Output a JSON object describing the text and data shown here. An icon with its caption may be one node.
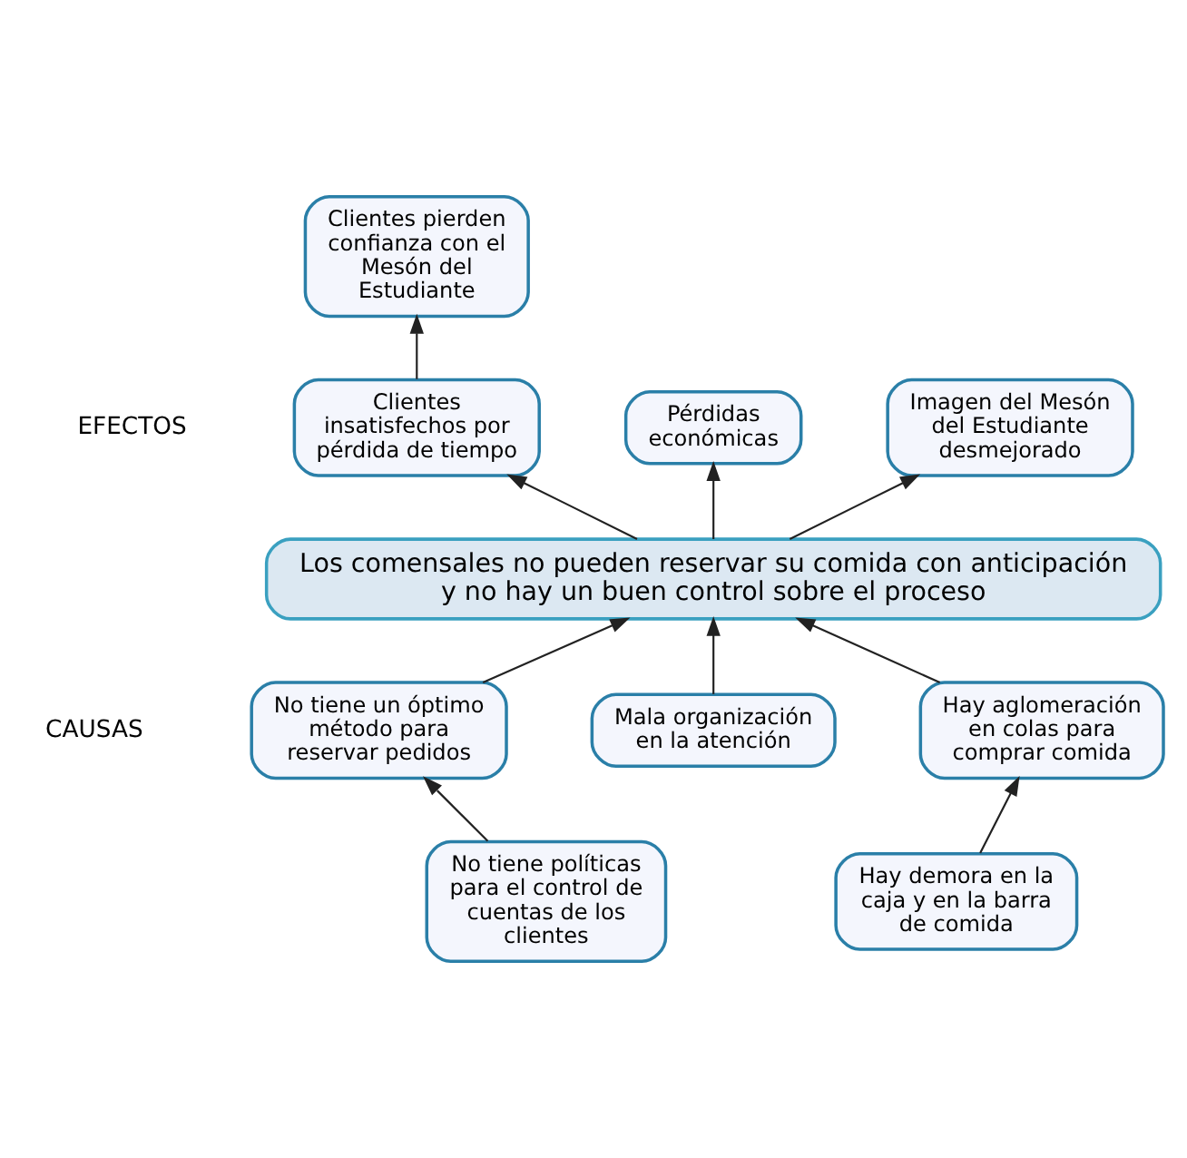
{
  "diagram": {
    "nodes": [
      {
        "text": [
          "Clientes pierden confianza con el Mesón del Estudiante"
        ]
      },
      {
        "text": [
          "Clientes insatisfechos por pérdida de tiempo"
        ]
      },
      {
        "text": [
          "Pérdidas económicas"
        ]
      },
      {
        "text": [
          "Imagen del Mesón del Estudiante desmejorado"
        ]
      },
      {
        "text": [
          "Los comensales no pueden reservar su comida con anticipación y no hay un buen control sobre el proceso"
        ]
      },
      {
        "text": [
          "No tiene un óptimo método para reservar pedidos"
        ]
      },
      {
        "text": [
          "Mala organización en la atención"
        ]
      },
      {
        "text": [
          "Hay aglomeración en colas para comprar comida"
        ]
      },
      {
        "text": [
          "No tiene políticas para el control de cuentas de los clientes"
        ]
      },
      {
        "text": [
          "Hay demora en la caja y en la barra de comida"
        ]
      }
    ],
    "edges": [
      {
        "from": 1,
        "to": 0,
        "arrow": "to"
      },
      {
        "from": 4,
        "to": 1,
        "arrow": "to"
      },
      {
        "from": 4,
        "to": 2,
        "arrow": "to"
      },
      {
        "from": 4,
        "to": 3,
        "arrow": "to"
      },
      {
        "from": 5,
        "to": 4,
        "arrow": "to"
      },
      {
        "from": 6,
        "to": 4,
        "arrow": "to"
      },
      {
        "from": 7,
        "to": 4,
        "arrow": "to"
      },
      {
        "from": 8,
        "to": 5,
        "arrow": "to"
      },
      {
        "from": 9,
        "to": 7,
        "arrow": "to"
      }
    ],
    "labels": [
      "EFECTOS",
      "CAUSAS"
    ]
  }
}
